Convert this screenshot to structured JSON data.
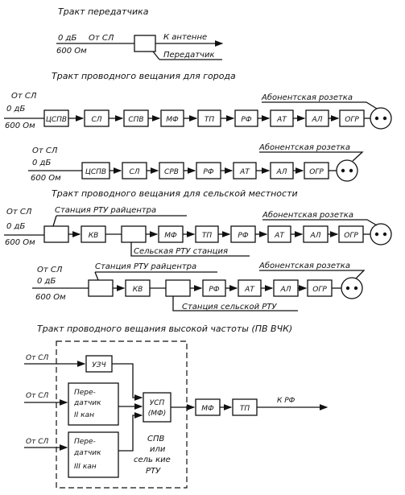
{
  "titles": {
    "s1": "Тракт передатчика",
    "s2": "Тракт проводного вещания для города",
    "s3": "Тракт проводного вещания для сельской местности",
    "s4": "Тракт проводного вещания высокой частоты (ПВ ВЧК)"
  },
  "src": {
    "from_sl": "От СЛ",
    "zero_db": "0 дБ",
    "ohm600": "600 Ом"
  },
  "s1": {
    "to_antenna": "К антенне",
    "transmitter": "Передатчик"
  },
  "s2": {
    "row1": [
      "ЦСПВ",
      "СЛ",
      "СПВ",
      "МФ",
      "ТП",
      "РФ",
      "АТ",
      "АЛ",
      "ОГР"
    ],
    "row2": [
      "ЦСПВ",
      "СЛ",
      "СРВ",
      "РФ",
      "АТ",
      "АЛ",
      "ОГР"
    ],
    "socket": "Абонентская розетка"
  },
  "s3": {
    "row1": [
      "КВ",
      "МФ",
      "ТП",
      "РФ",
      "АТ",
      "АЛ",
      "ОГР"
    ],
    "row2": [
      "КВ",
      "РФ",
      "АТ",
      "АЛ",
      "ОГР"
    ],
    "station_center": "Станция РТУ райцентра",
    "station_village": "Сельская РТУ станция",
    "station_village2": "Станция сельской РТУ",
    "socket": "Абонентская розетка"
  },
  "s4": {
    "in1": "От СЛ",
    "in2": "От СЛ",
    "in3": "От СЛ",
    "uzch": "УЗЧ",
    "tx2_a": "Пере-",
    "tx2_b": "датчик",
    "tx2_c": "II кан",
    "tx3_a": "Пере-",
    "tx3_b": "датчик",
    "tx3_c": "III кан",
    "usp_a": "УСП",
    "usp_b": "(МФ)",
    "mf": "МФ",
    "tp": "ТП",
    "out": "К РФ",
    "spv_a": "СПВ",
    "spv_b": "или",
    "spv_c": "сель кие",
    "spv_d": "РТУ"
  }
}
